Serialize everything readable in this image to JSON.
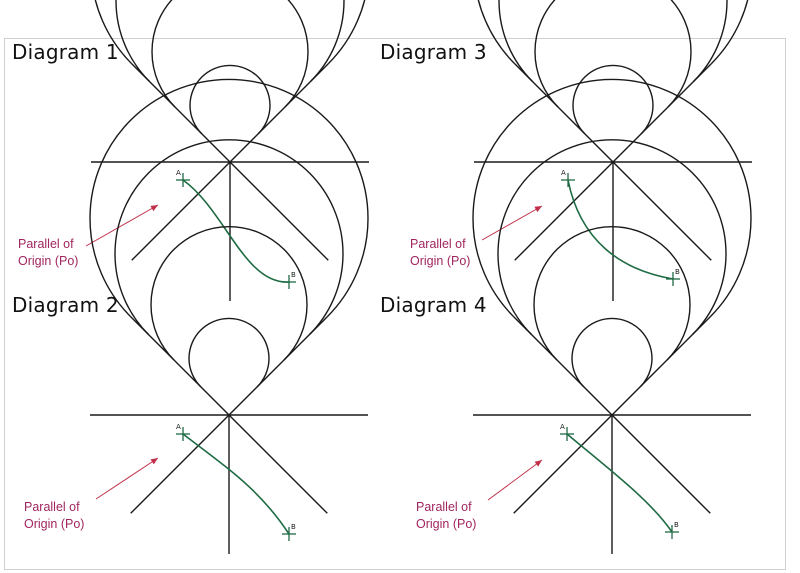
{
  "diagrams": [
    {
      "id": "d1",
      "title": "Diagram 1",
      "point_a": "A",
      "point_b": "B",
      "label_lines": [
        "Parallel of",
        "Origin (Po)"
      ]
    },
    {
      "id": "d2",
      "title": "Diagram 2",
      "point_a": "A",
      "point_b": "B",
      "label_lines": [
        "Parallel of",
        "Origin (Po)"
      ]
    },
    {
      "id": "d3",
      "title": "Diagram 3",
      "point_a": "A",
      "point_b": "B",
      "label_lines": [
        "Parallel of",
        "Origin (Po)"
      ]
    },
    {
      "id": "d4",
      "title": "Diagram 4",
      "point_a": "A",
      "point_b": "B",
      "label_lines": [
        "Parallel of",
        "Origin (Po)"
      ]
    }
  ],
  "colors": {
    "grid": "#1a1a1a",
    "track": "#1f6b44",
    "label": "#a0265f",
    "arrow": "#c0304a"
  }
}
